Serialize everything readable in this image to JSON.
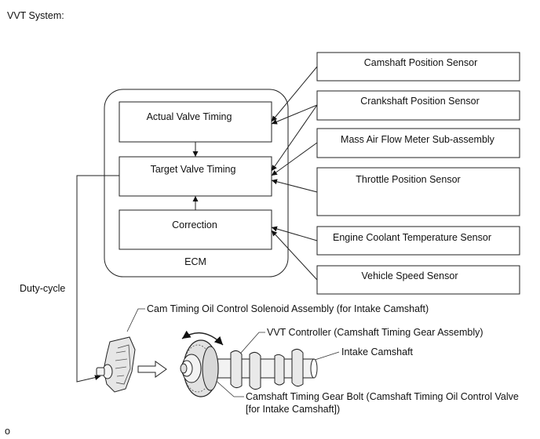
{
  "title": "VVT System:",
  "ecm": {
    "label": "ECM",
    "blocks": {
      "actual": "Actual Valve Timing",
      "target": "Target Valve Timing",
      "correction": "Correction"
    }
  },
  "sensors": {
    "camshaft_position": "Camshaft Position Sensor",
    "crankshaft_position": "Crankshaft Position Sensor",
    "mass_air_flow": "Mass Air Flow Meter Sub-assembly",
    "throttle_position": "Throttle Position Sensor",
    "engine_coolant_temp": "Engine Coolant Temperature Sensor",
    "vehicle_speed": "Vehicle Speed Sensor"
  },
  "signal_label": "Duty-cycle",
  "components": {
    "solenoid": "Cam Timing Oil Control Solenoid Assembly (for Intake Camshaft)",
    "vvt_controller": "VVT Controller (Camshaft Timing Gear Assembly)",
    "intake_camshaft": "Intake Camshaft",
    "gear_bolt_line1": "Camshaft Timing Gear Bolt (Camshaft Timing Oil Control Valve",
    "gear_bolt_line2": "[for Intake Camshaft])"
  },
  "footer_mark": "o"
}
